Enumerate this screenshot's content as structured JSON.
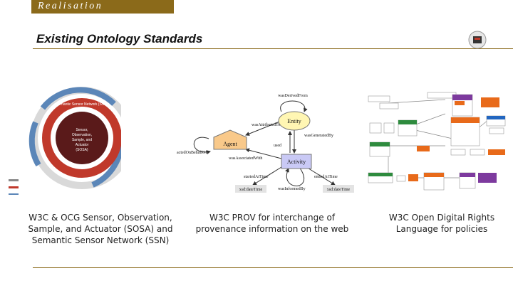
{
  "header": {
    "section_label": "Realisation"
  },
  "slide": {
    "title": "Existing Ontology Standards"
  },
  "panels": [
    {
      "caption_lines": [
        "W3C & OCG Sensor, Observation,",
        "Sample, and Actuator (SOSA) and",
        "Semantic Sensor Network (SSN)"
      ],
      "ring_labels": {
        "ssn": "Semantic Sensor Network (SSN)"
      },
      "core_lines": [
        "Sensor,",
        "Observation,",
        "Sample, and",
        "Actuator",
        "(SOSA)"
      ]
    },
    {
      "caption_lines": [
        "W3C PROV for interchange of",
        "provenance information on the web"
      ],
      "diagram": {
        "nodes": {
          "entity": "Entity",
          "agent": "Agent",
          "activity": "Activity"
        },
        "edges": {
          "derived": "wasDerivedFrom",
          "attributed": "wasAttributedTo",
          "generated": "wasGeneratedBy",
          "used": "used",
          "behalf": "actedOnBehalfOf",
          "associated": "wasAssociatedWith",
          "started": "startedAtTime",
          "ended": "endedAtTime",
          "informed": "wasInformedBy"
        },
        "datatypes": {
          "left": "xsd:dateTime",
          "right": "xsd:dateTime"
        }
      }
    },
    {
      "caption_lines": [
        "W3C Open Digital Rights",
        "Language for policies"
      ]
    }
  ],
  "colors": {
    "accent": "#8b6a1a",
    "ssn_red": "#c0392b",
    "sosa_dark": "#5a1a1a",
    "ring_blue": "#5b86b8"
  }
}
